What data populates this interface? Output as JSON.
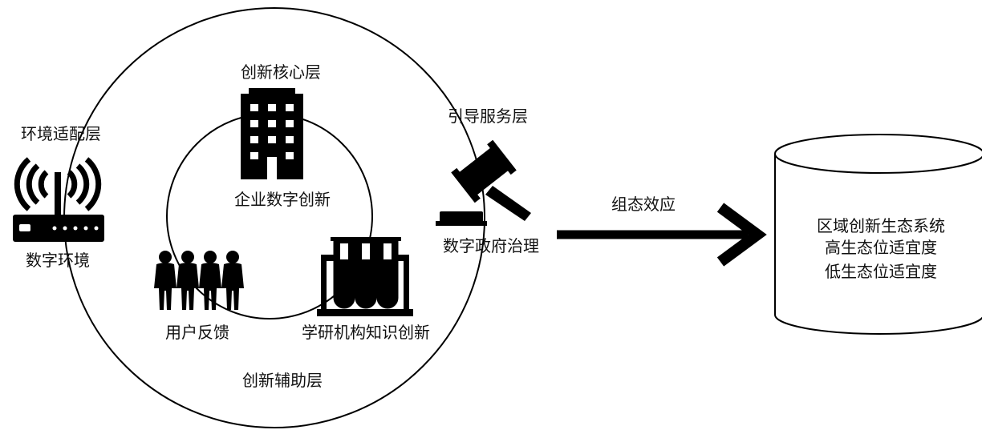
{
  "layers": {
    "core": "创新核心层",
    "guide": "引导服务层",
    "environment": "环境适配层",
    "auxiliary": "创新辅助层"
  },
  "actors": {
    "enterprise": "企业数字创新",
    "environment": "数字环境",
    "government": "数字政府治理",
    "users": "用户反馈",
    "research": "学研机构知识创新"
  },
  "effect": {
    "label": "组态效应"
  },
  "outcome": {
    "title": "区域创新生态系统",
    "high": "高生态位适宜度",
    "low": "低生态位适宜度"
  },
  "icons": {
    "enterprise": "office-building-icon",
    "environment": "wifi-router-icon",
    "government": "gavel-icon",
    "users": "people-group-icon",
    "research": "test-tubes-icon",
    "effect": "arrow-right-icon",
    "outcome": "database-cylinder-icon"
  }
}
